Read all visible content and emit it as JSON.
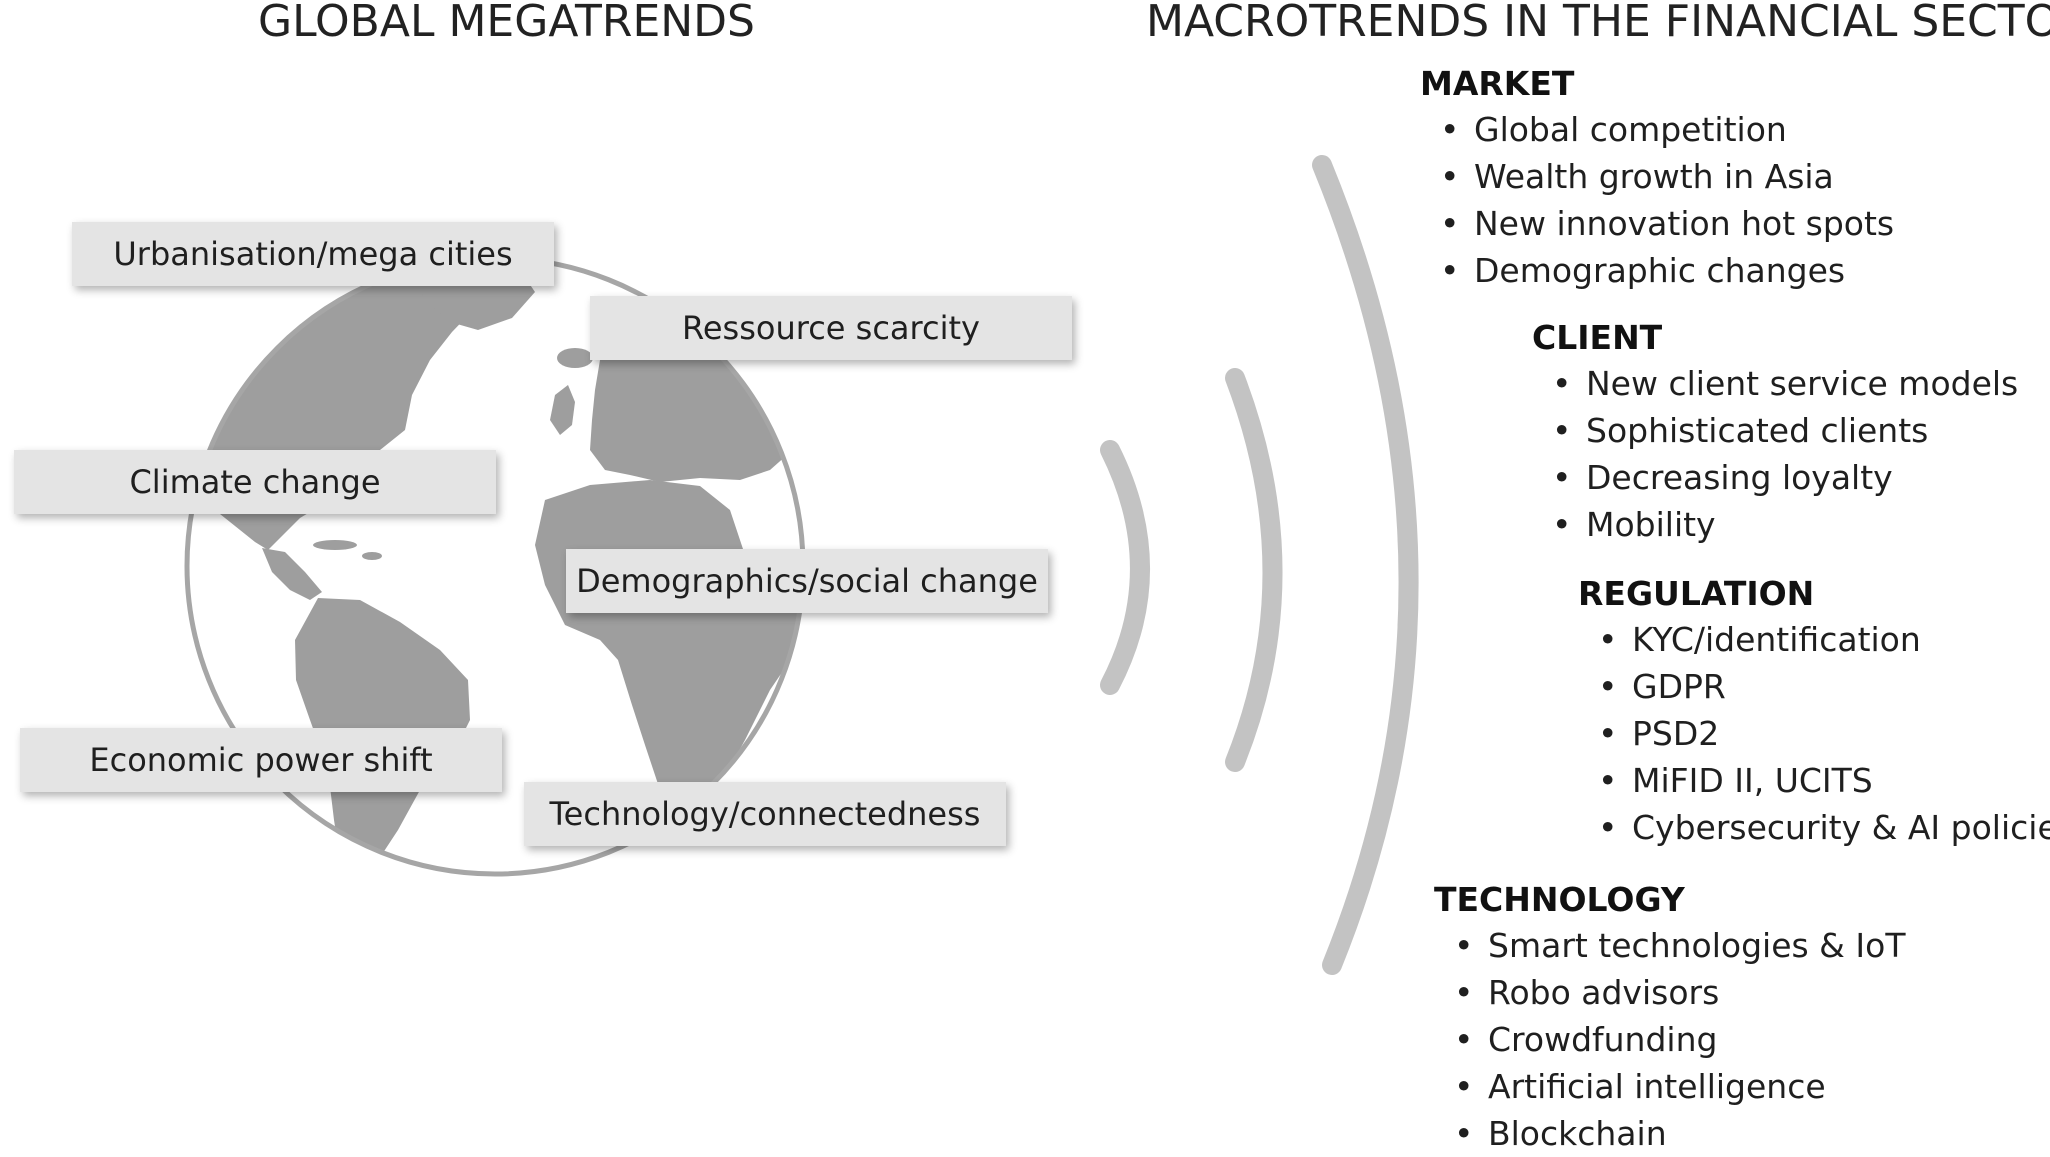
{
  "titles": {
    "left": "GLOBAL MEGATRENDS",
    "right": "MACROTRENDS IN THE FINANCIAL SECTOR"
  },
  "icons": {
    "globe": "world-map-globe-icon",
    "waves": "broadcast-waves-icon",
    "bullet": "•"
  },
  "colors": {
    "globe_land": "#9e9e9e",
    "globe_outline": "#a6a6a6",
    "waves": "#c3c3c3",
    "tag_background": "#e4e4e4"
  },
  "megatrends": [
    "Urbanisation/mega cities",
    "Ressource scarcity",
    "Climate change",
    "Demographics/social change",
    "Economic power shift",
    "Technology/connectedness"
  ],
  "macrotrends": [
    {
      "title": "MARKET",
      "items": [
        "Global competition",
        "Wealth growth in Asia",
        "New innovation hot spots",
        "Demographic changes"
      ]
    },
    {
      "title": "CLIENT",
      "items": [
        "New client service models",
        "Sophisticated clients",
        "Decreasing loyalty",
        "Mobility"
      ]
    },
    {
      "title": "REGULATION",
      "items": [
        "KYC/identification",
        "GDPR",
        "PSD2",
        "MiFID II, UCITS",
        "Cybersecurity & AI policies"
      ]
    },
    {
      "title": "TECHNOLOGY",
      "items": [
        "Smart technologies & IoT",
        "Robo advisors",
        "Crowdfunding",
        "Artificial intelligence",
        "Blockchain"
      ]
    }
  ]
}
